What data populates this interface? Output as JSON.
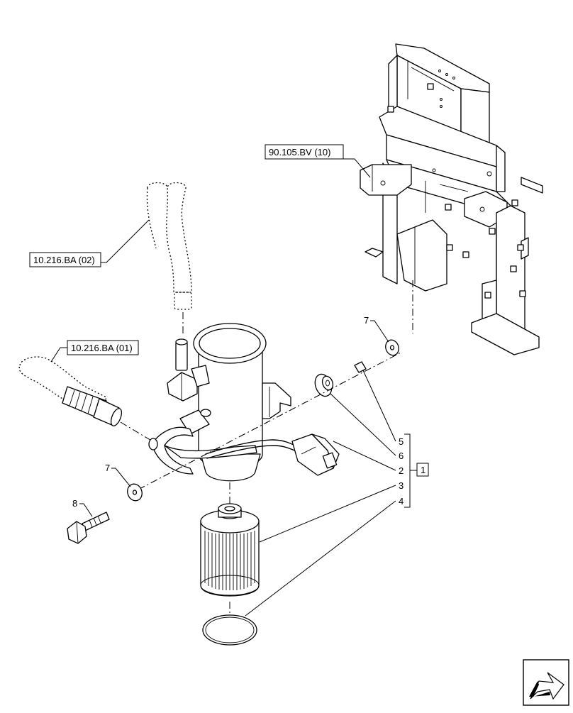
{
  "references": {
    "frame": "90.105.BV (10)",
    "hose_upper": "10.216.BA (02)",
    "hose_lower": "10.216.BA (01)"
  },
  "callouts": {
    "washer_top": "7",
    "washer_left": "7",
    "bolt": "8",
    "p5": "5",
    "p6": "6",
    "p2": "2",
    "p3": "3",
    "p4": "4",
    "assembly": "1"
  }
}
